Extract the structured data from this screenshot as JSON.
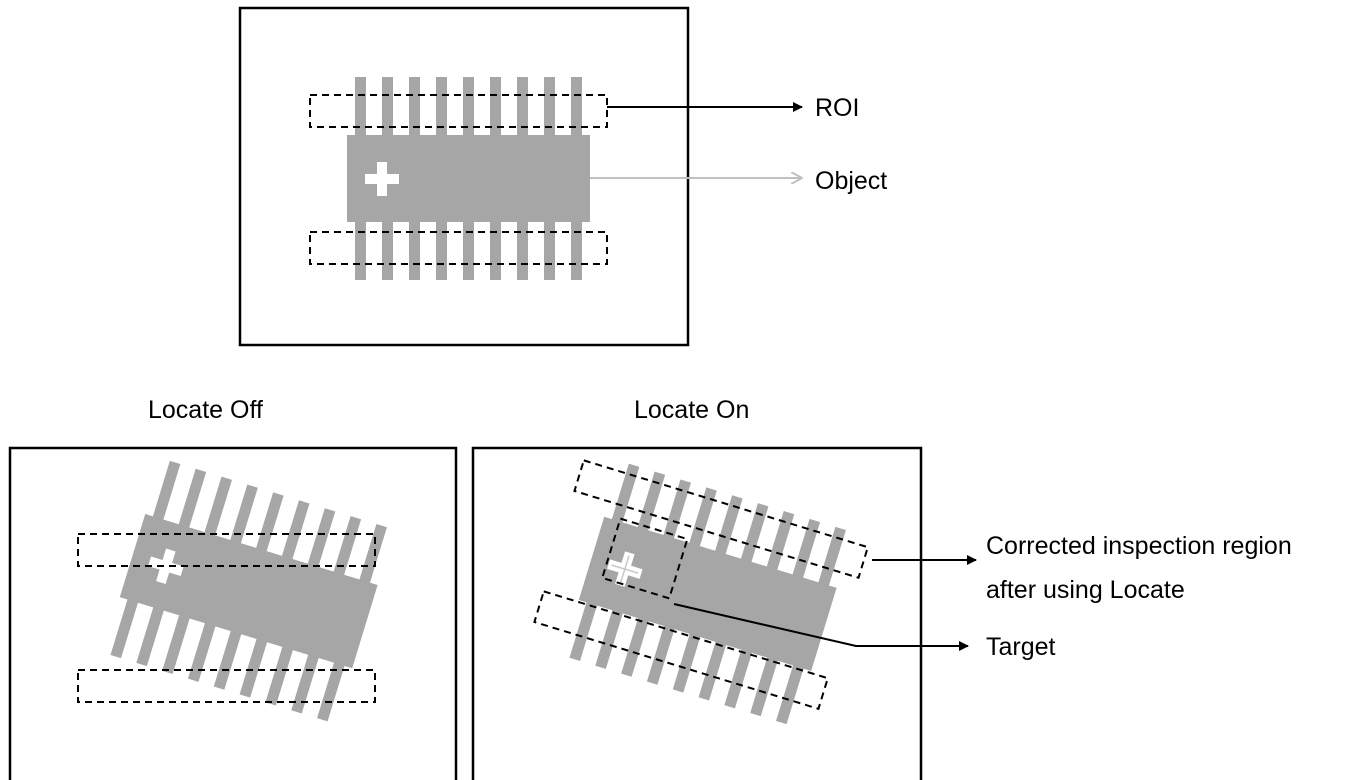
{
  "labels": {
    "roi": "ROI",
    "object": "Object",
    "locate_off": "Locate Off",
    "locate_on": "Locate On",
    "corrected_line1": "Corrected inspection region",
    "corrected_line2": "after using Locate",
    "target": "Target"
  },
  "colors": {
    "chip": "#a6a6a6",
    "background": "#ffffff",
    "outline": "#000000",
    "object_arrow": "#c0c0c0",
    "marker": "#ffffff"
  },
  "icons": {
    "center_marker": "plus-marker",
    "arrow_head": "arrow-right"
  },
  "locate_on_rotation_deg": 17,
  "locate_off_rotation_deg": 17,
  "pin_count_per_side": 9
}
